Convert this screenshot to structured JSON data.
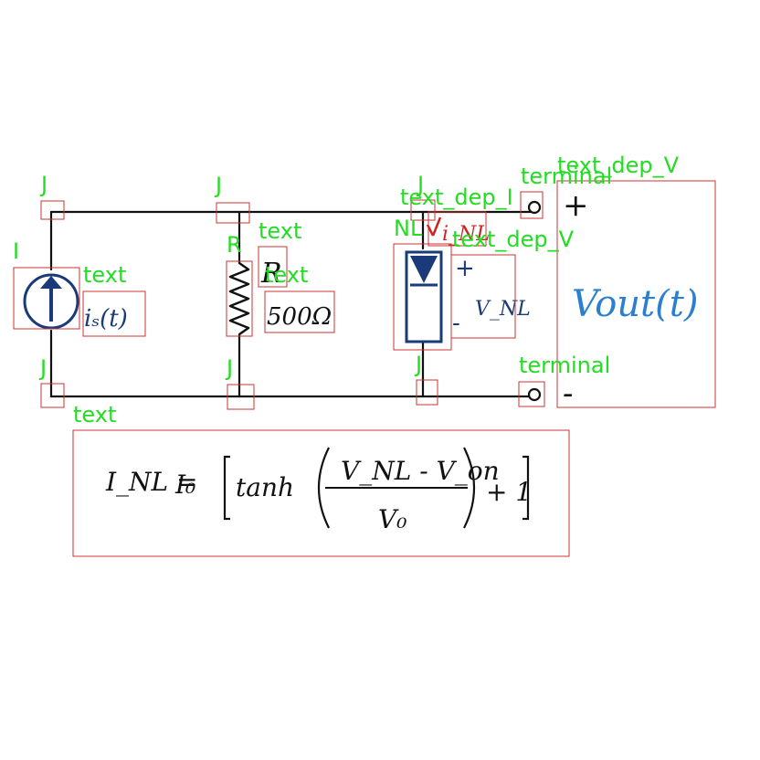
{
  "labels": {
    "junction": "J",
    "current_source": "I",
    "resistor": "R",
    "nonlinear": "NL",
    "text": "text",
    "terminal": "terminal",
    "dep_current": "text_dep_I",
    "dep_voltage": "text_dep_V"
  },
  "circuit": {
    "source_text": "iₛ(t)",
    "resistor_name": "R",
    "resistor_value": "500Ω",
    "nl_current": "i_NL",
    "nl_voltage": "V_NL",
    "nl_plus": "+",
    "nl_minus": "-",
    "terminal_plus": "+",
    "terminal_minus": "-",
    "vout": "Vout(t)"
  },
  "formula": {
    "lhs": "I_NL =",
    "io": "I₀",
    "tanh": "tanh",
    "numerator": "V_NL - V_on",
    "denominator": "V₀",
    "plus_one": "+ 1"
  },
  "colors": {
    "box": "#cc3333",
    "label": "#22dd22",
    "ink": "#111111",
    "navy": "#1a3a7a",
    "blue_text": "#2a7fd0",
    "red_arrow": "#cc2222"
  }
}
